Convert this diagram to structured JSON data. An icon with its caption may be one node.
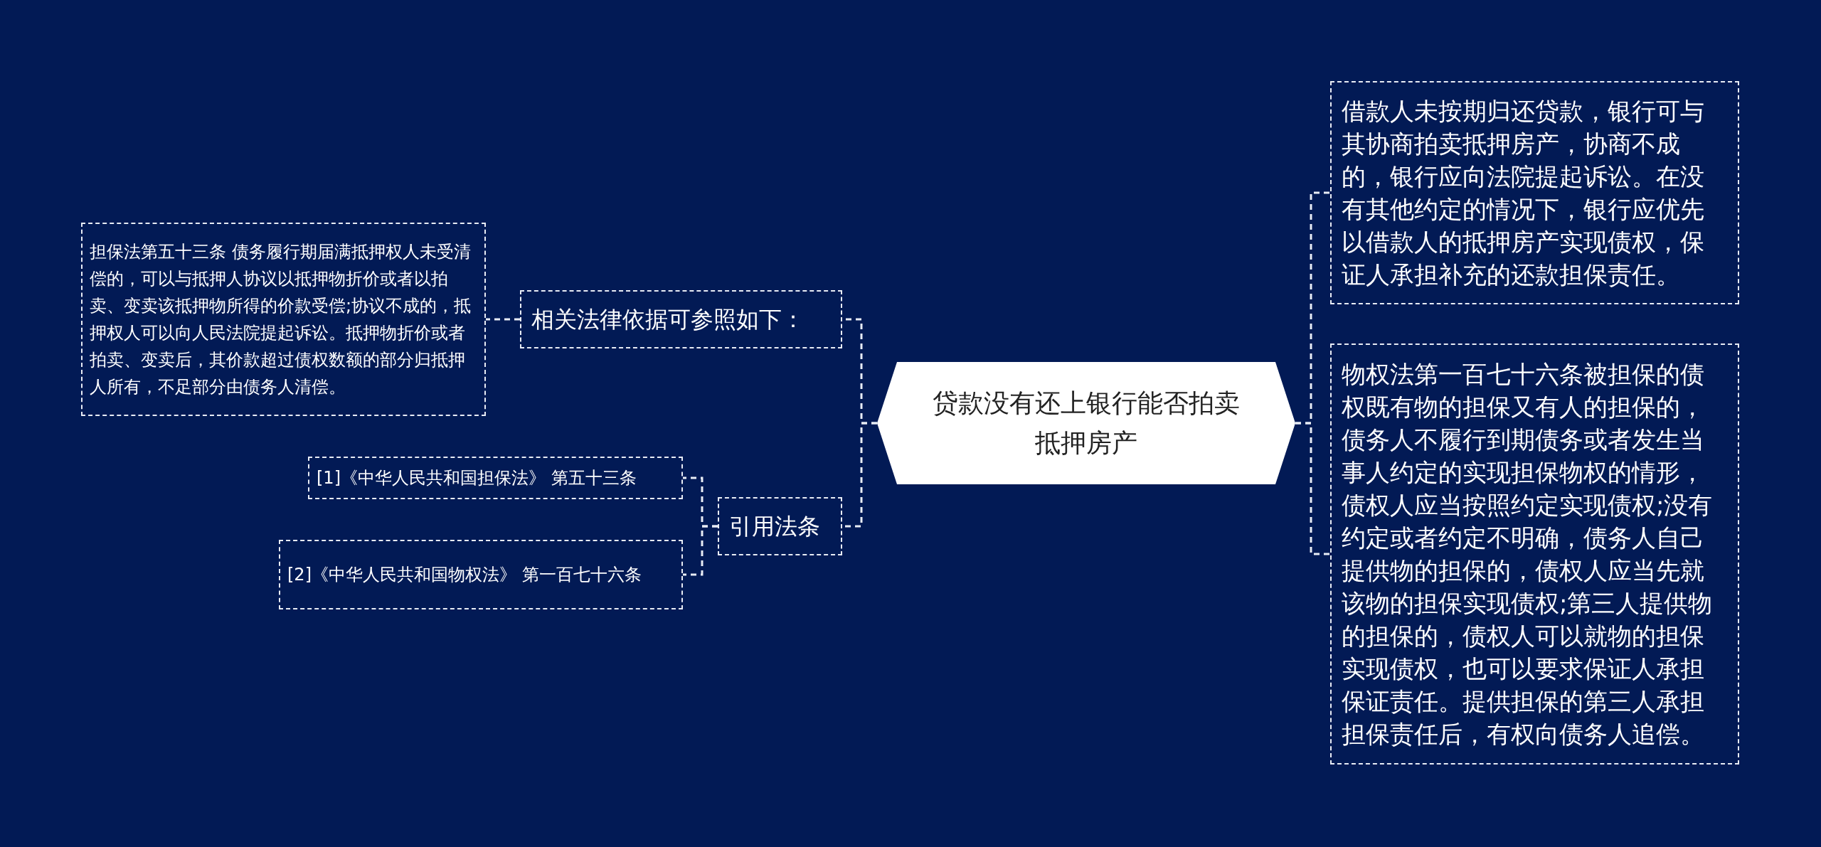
{
  "diagram": {
    "nodes": [
      {
        "text": [
          "贷款没有还上银行能否拍卖抵押房产"
        ]
      },
      {
        "text": [
          "相关法律依据可参照如下："
        ]
      },
      {
        "text": [
          "担保法第五十三条 债务履行期届满抵押权人未受清偿的，可以与抵押人协议以抵押物折价或者以拍卖、变卖该抵押物所得的价款受偿;协议不成的，抵押权人可以向人民法院提起诉讼。抵押物折价或者拍卖、变卖后，其价款超过债权数额的部分归抵押人所有，不足部分由债务人清偿。"
        ]
      },
      {
        "text": [
          "引用法条"
        ]
      },
      {
        "text": [
          "[1]《中华人民共和国担保法》 第五十三条"
        ]
      },
      {
        "text": [
          "[2]《中华人民共和国物权法》 第一百七十六条"
        ]
      },
      {
        "text": [
          "借款人未按期归还贷款，银行可与其协商拍卖抵押房产，协商不成的，银行应向法院提起诉讼。在没有其他约定的情况下，银行应优先以借款人的抵押房产实现债权，保证人承担补充的还款担保责任。"
        ]
      },
      {
        "text": [
          "物权法第一百七十六条被担保的债权既有物的担保又有人的担保的，债务人不履行到期债务或者发生当事人约定的实现担保物权的情形，债权人应当按照约定实现债权;没有约定或者约定不明确，债务人自己提供物的担保的，债权人应当先就该物的担保实现债权;第三人提供物的担保的，债权人可以就物的担保实现债权，也可以要求保证人承担保证责任。提供担保的第三人承担担保责任后，有权向债务人追偿。"
        ]
      }
    ],
    "edges": [
      {
        "from": 0,
        "to": 1,
        "arrow": "none"
      },
      {
        "from": 1,
        "to": 2,
        "arrow": "none"
      },
      {
        "from": 0,
        "to": 3,
        "arrow": "none"
      },
      {
        "from": 3,
        "to": 4,
        "arrow": "none"
      },
      {
        "from": 3,
        "to": 5,
        "arrow": "none"
      },
      {
        "from": 0,
        "to": 6,
        "arrow": "none"
      },
      {
        "from": 0,
        "to": 7,
        "arrow": "none"
      }
    ]
  }
}
